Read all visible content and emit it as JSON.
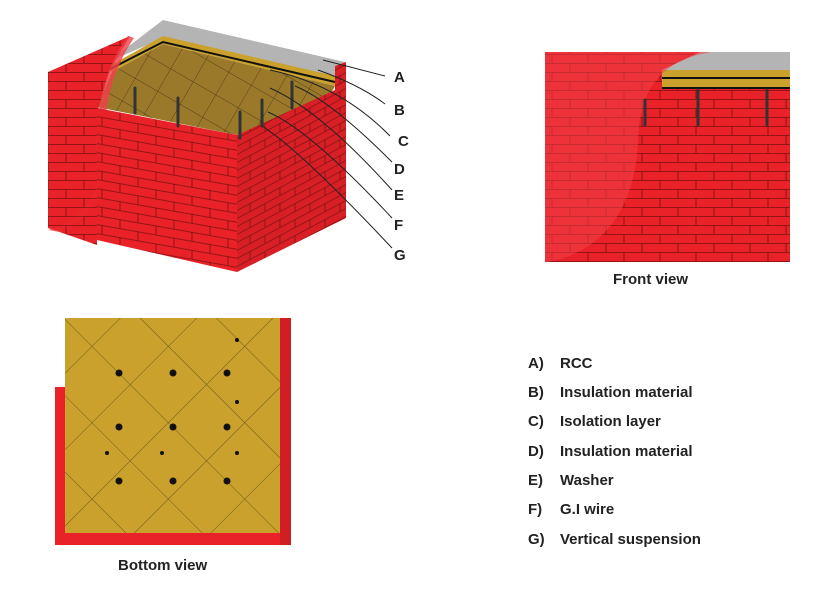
{
  "colors": {
    "brick": "#e82228",
    "brick_dark": "#d01e24",
    "mortar": "#7a1010",
    "insulation": "#c9a12c",
    "rcc": "#b4b4b4",
    "wire": "#222222"
  },
  "callouts": [
    "A",
    "B",
    "C",
    "D",
    "E",
    "F",
    "G"
  ],
  "captions": {
    "front": "Front view",
    "bottom": "Bottom view"
  },
  "legend": [
    {
      "key": "A)",
      "label": "RCC"
    },
    {
      "key": "B)",
      "label": "Insulation material"
    },
    {
      "key": "C)",
      "label": "Isolation layer"
    },
    {
      "key": "D)",
      "label": "Insulation material"
    },
    {
      "key": "E)",
      "label": "Washer"
    },
    {
      "key": "F)",
      "label": "G.I wire"
    },
    {
      "key": "G)",
      "label": "Vertical suspension"
    }
  ]
}
